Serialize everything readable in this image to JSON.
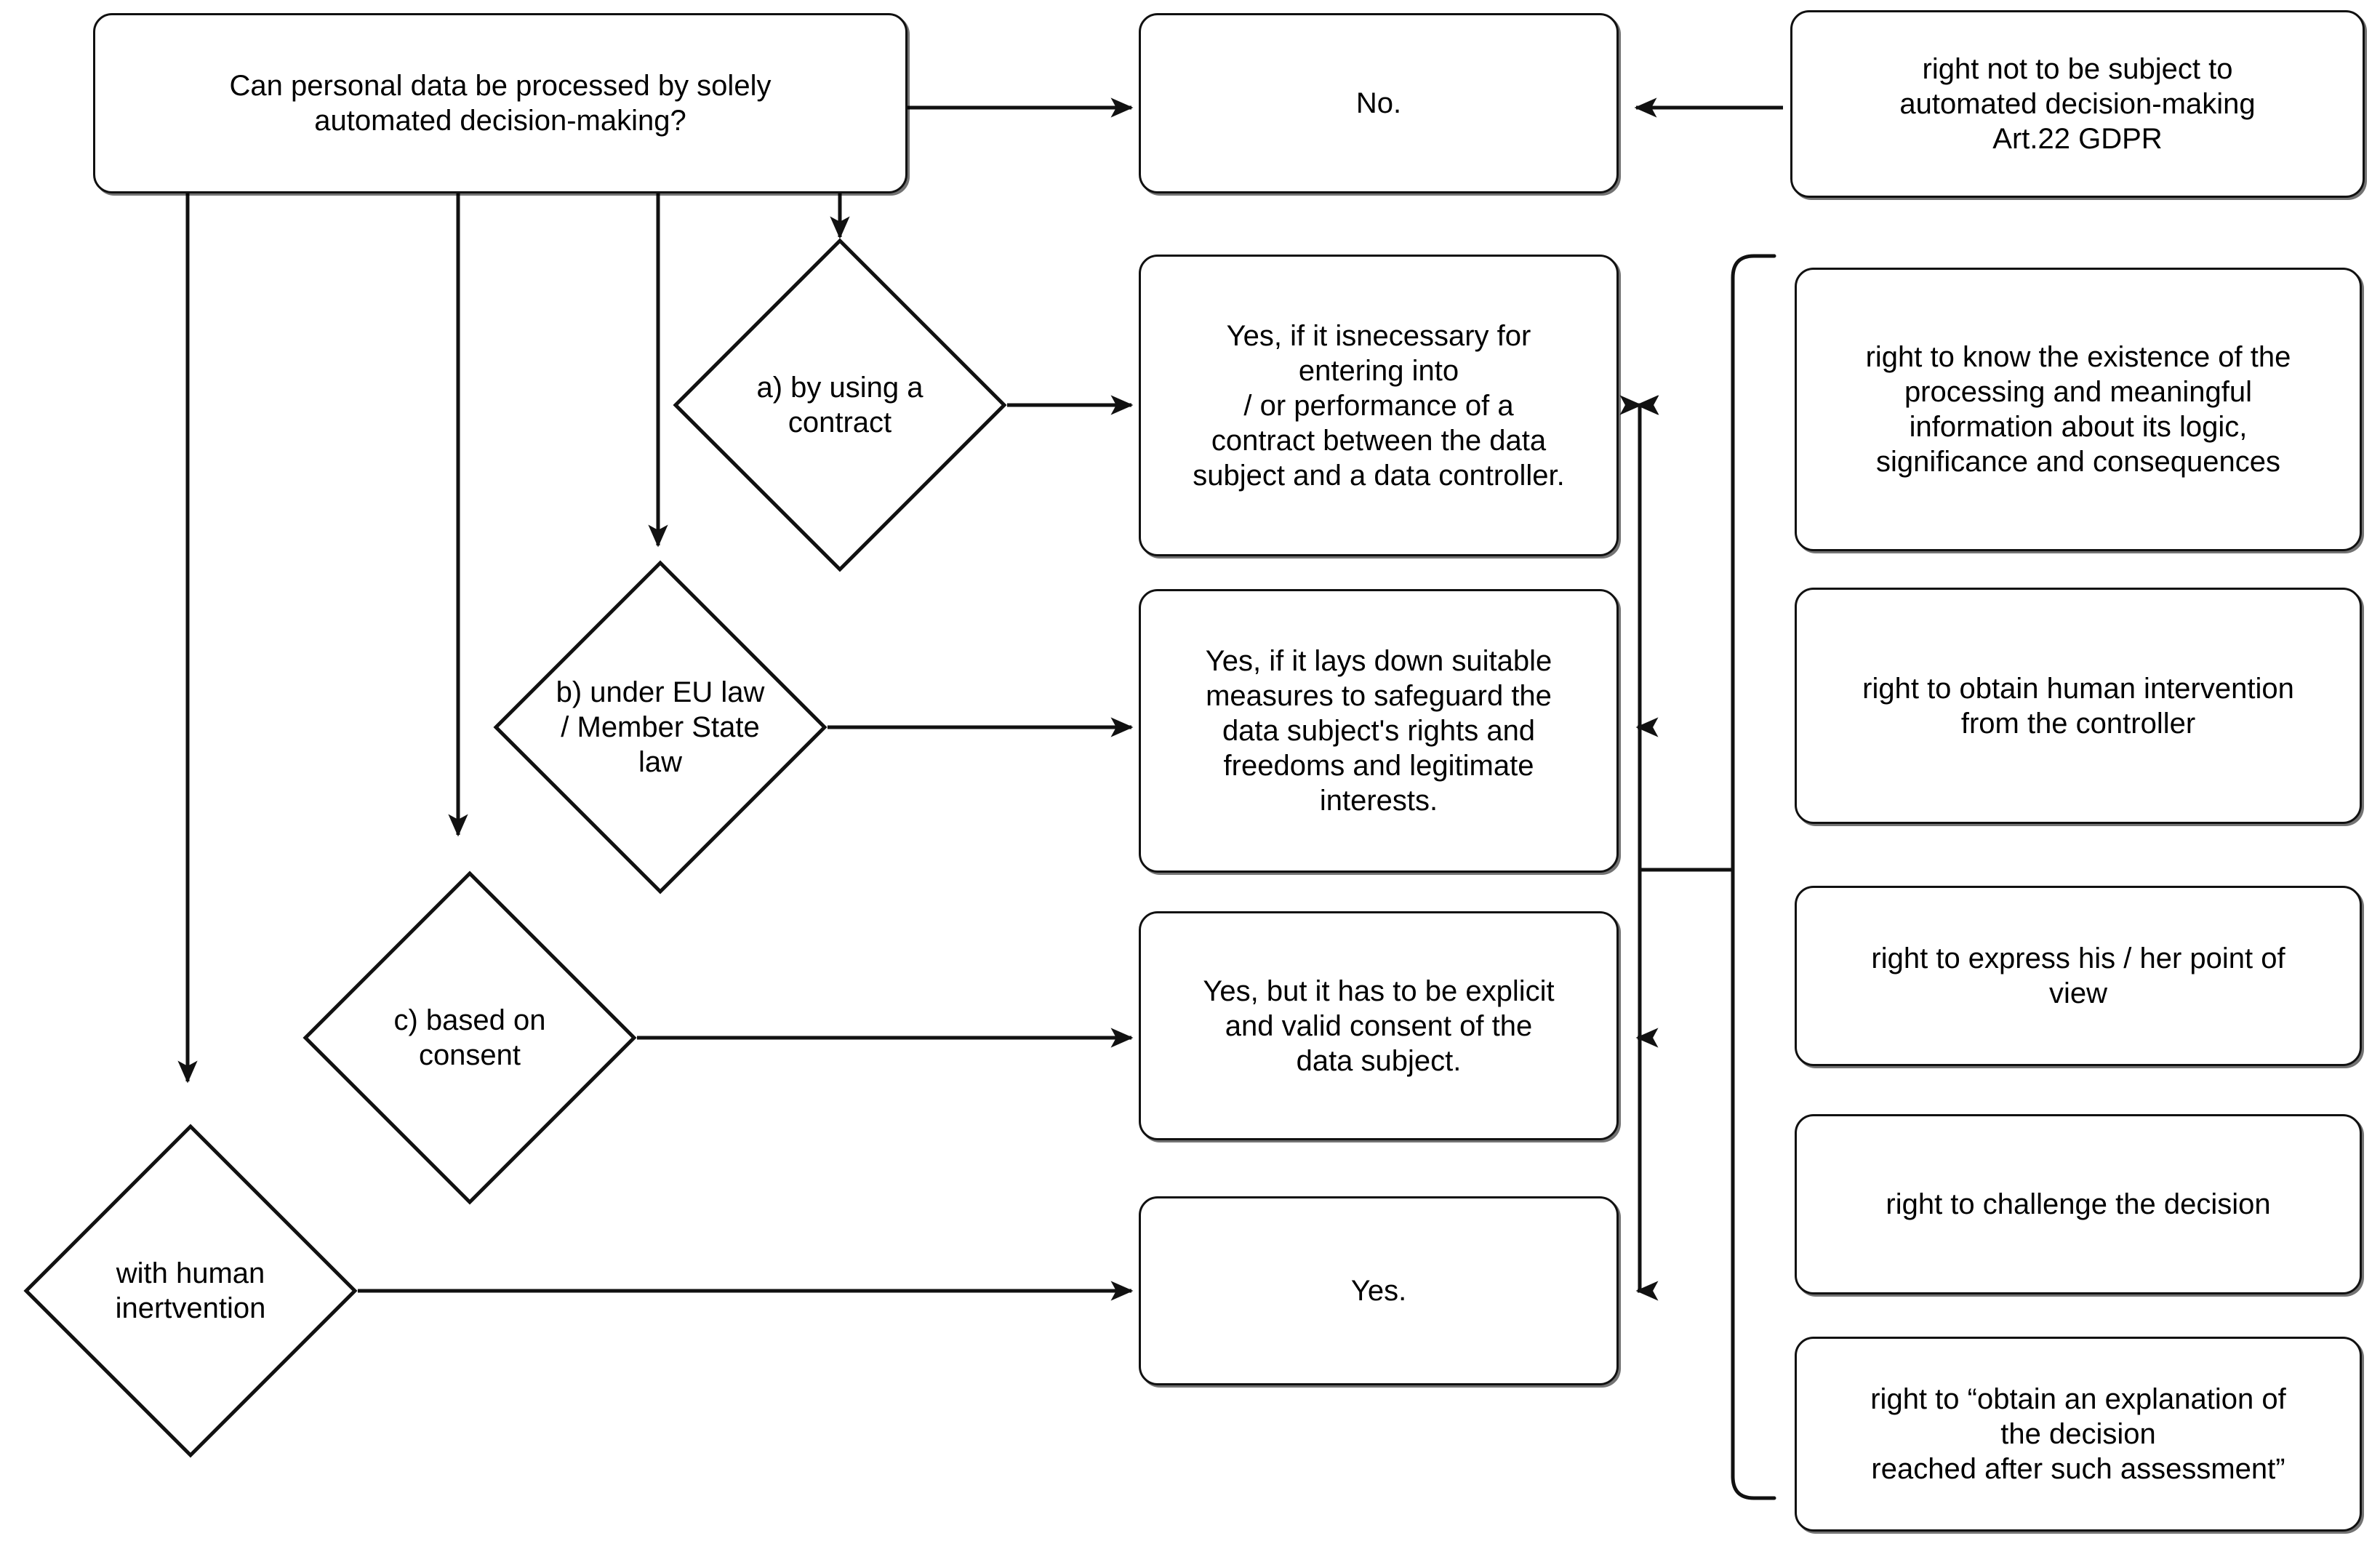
{
  "diagram": {
    "title": "Automated decision-making under Art.22 GDPR decision flow",
    "stroke_color": "#111111",
    "fill_color": "#ffffff",
    "text_color": "#000000"
  },
  "nodes": {
    "question": {
      "label": "Can personal data be processed by solely\nautomated decision-making?",
      "shape": "rounded-rectangle"
    },
    "answer_no": {
      "label": "No.",
      "shape": "rounded-rectangle"
    },
    "art22": {
      "label": "right not to be subject to\nautomated decision-making\nArt.22 GDPR",
      "shape": "rounded-rectangle"
    },
    "branch_a": {
      "label": "a) by using a\ncontract",
      "shape": "diamond"
    },
    "branch_b": {
      "label": "b) under EU law\n/ Member State\nlaw",
      "shape": "diamond"
    },
    "branch_c": {
      "label": "c) based on\nconsent",
      "shape": "diamond"
    },
    "branch_human": {
      "label": "with human\ninertvention",
      "shape": "diamond"
    },
    "outcome_a": {
      "label": "Yes, if it isnecessary for\nentering into\n/ or performance of a\ncontract between the data\nsubject and a data controller.",
      "shape": "rounded-rectangle"
    },
    "outcome_b": {
      "label": "Yes, if it lays down suitable\nmeasures to safeguard the\ndata subject's rights and\nfreedoms and legitimate\ninterests.",
      "shape": "rounded-rectangle"
    },
    "outcome_c": {
      "label": "Yes, but it has to be explicit\nand valid consent  of the\ndata subject.",
      "shape": "rounded-rectangle"
    },
    "outcome_yes": {
      "label": "Yes.",
      "shape": "rounded-rectangle"
    }
  },
  "rights": [
    {
      "id": "right-know-existence",
      "label": "right to know the existence of the\nprocessing and meaningful\ninformation about its logic,\nsignificance and consequences"
    },
    {
      "id": "right-human-intervention",
      "label": "right to obtain human intervention\nfrom the controller"
    },
    {
      "id": "right-express-point-of-view",
      "label": "right to express his / her point of\nview"
    },
    {
      "id": "right-challenge-decision",
      "label": "right to challenge the decision"
    },
    {
      "id": "right-obtain-explanation",
      "label": "right to “obtain an explanation of\nthe decision\nreached after such assessment”"
    }
  ]
}
